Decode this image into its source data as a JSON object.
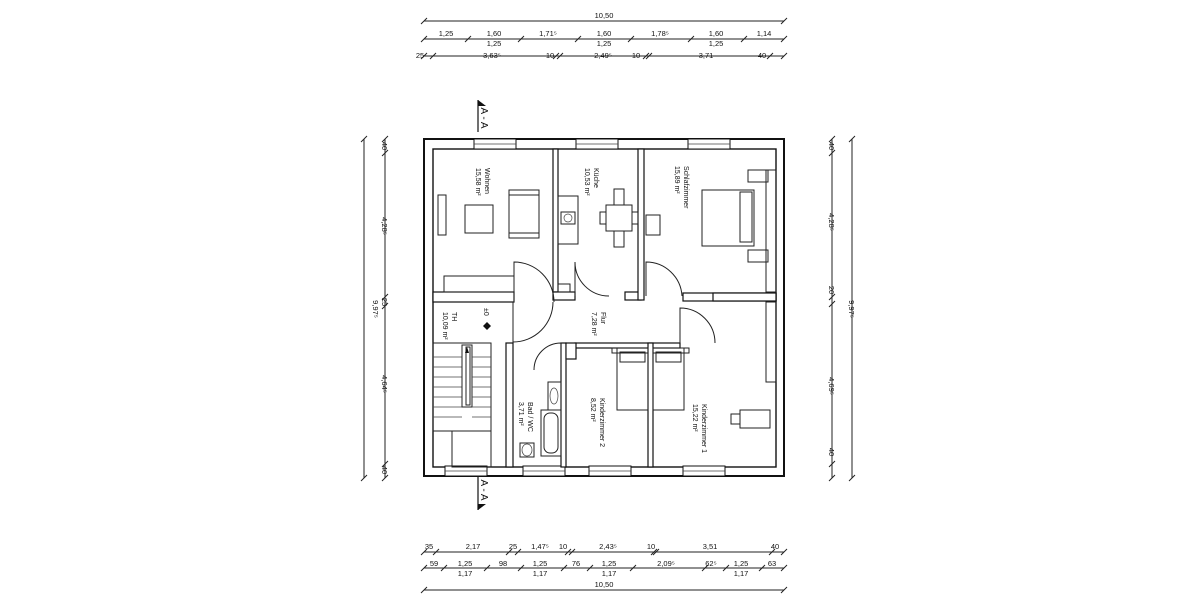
{
  "dimensions": {
    "top_overall": "10,50",
    "top_row2": [
      "1,25",
      "1,60",
      "1,71⁵",
      "1,60",
      "1,78⁵",
      "1,60",
      "1,14"
    ],
    "top_row2_sub": [
      "1,25",
      "1,25",
      "1,25"
    ],
    "top_row3": [
      "25",
      "3,63⁵",
      "10",
      "2,49⁵",
      "10",
      "3,71",
      "40"
    ],
    "bottom_row1": [
      "35",
      "2,17",
      "25",
      "1,47⁵",
      "10",
      "2,43⁵",
      "10",
      "3,51",
      "40"
    ],
    "bottom_row2": [
      "59",
      "1,25",
      "98",
      "1,25",
      "76",
      "1,25",
      "2,09⁵",
      "62⁵",
      "1,25",
      "63"
    ],
    "bottom_row2_sub": [
      "1,17",
      "1,17",
      "1,17",
      "1,17"
    ],
    "bottom_overall": "10,50",
    "left_overall": "9,97⁵",
    "left_parts": [
      "40",
      "4,28⁵",
      "25",
      "4,64⁵",
      "40"
    ],
    "right_overall": "9,97⁵",
    "right_parts": [
      "40",
      "4,28⁵",
      "20",
      "4,69⁵",
      "40"
    ]
  },
  "section_label": "A - A",
  "rooms": {
    "wohnen": {
      "name": "Wohnen",
      "area": "15,58 m²"
    },
    "kueche": {
      "name": "Küche",
      "area": "10,53 m²"
    },
    "schlafzimmer": {
      "name": "Schlafzimmer",
      "area": "15,89 m²"
    },
    "flur": {
      "name": "Flur",
      "area": "7,28 m²"
    },
    "th": {
      "name": "TH",
      "area": "10,09 m²"
    },
    "bad": {
      "name": "Bad / WC",
      "area": "3,71 m²"
    },
    "kinderzimmer2": {
      "name": "Kinderzimmer 2",
      "area": "8,52 m²"
    },
    "kinderzimmer1": {
      "name": "Kinderzimmer 1",
      "area": "15,22 m²"
    }
  },
  "level_mark": "±0"
}
